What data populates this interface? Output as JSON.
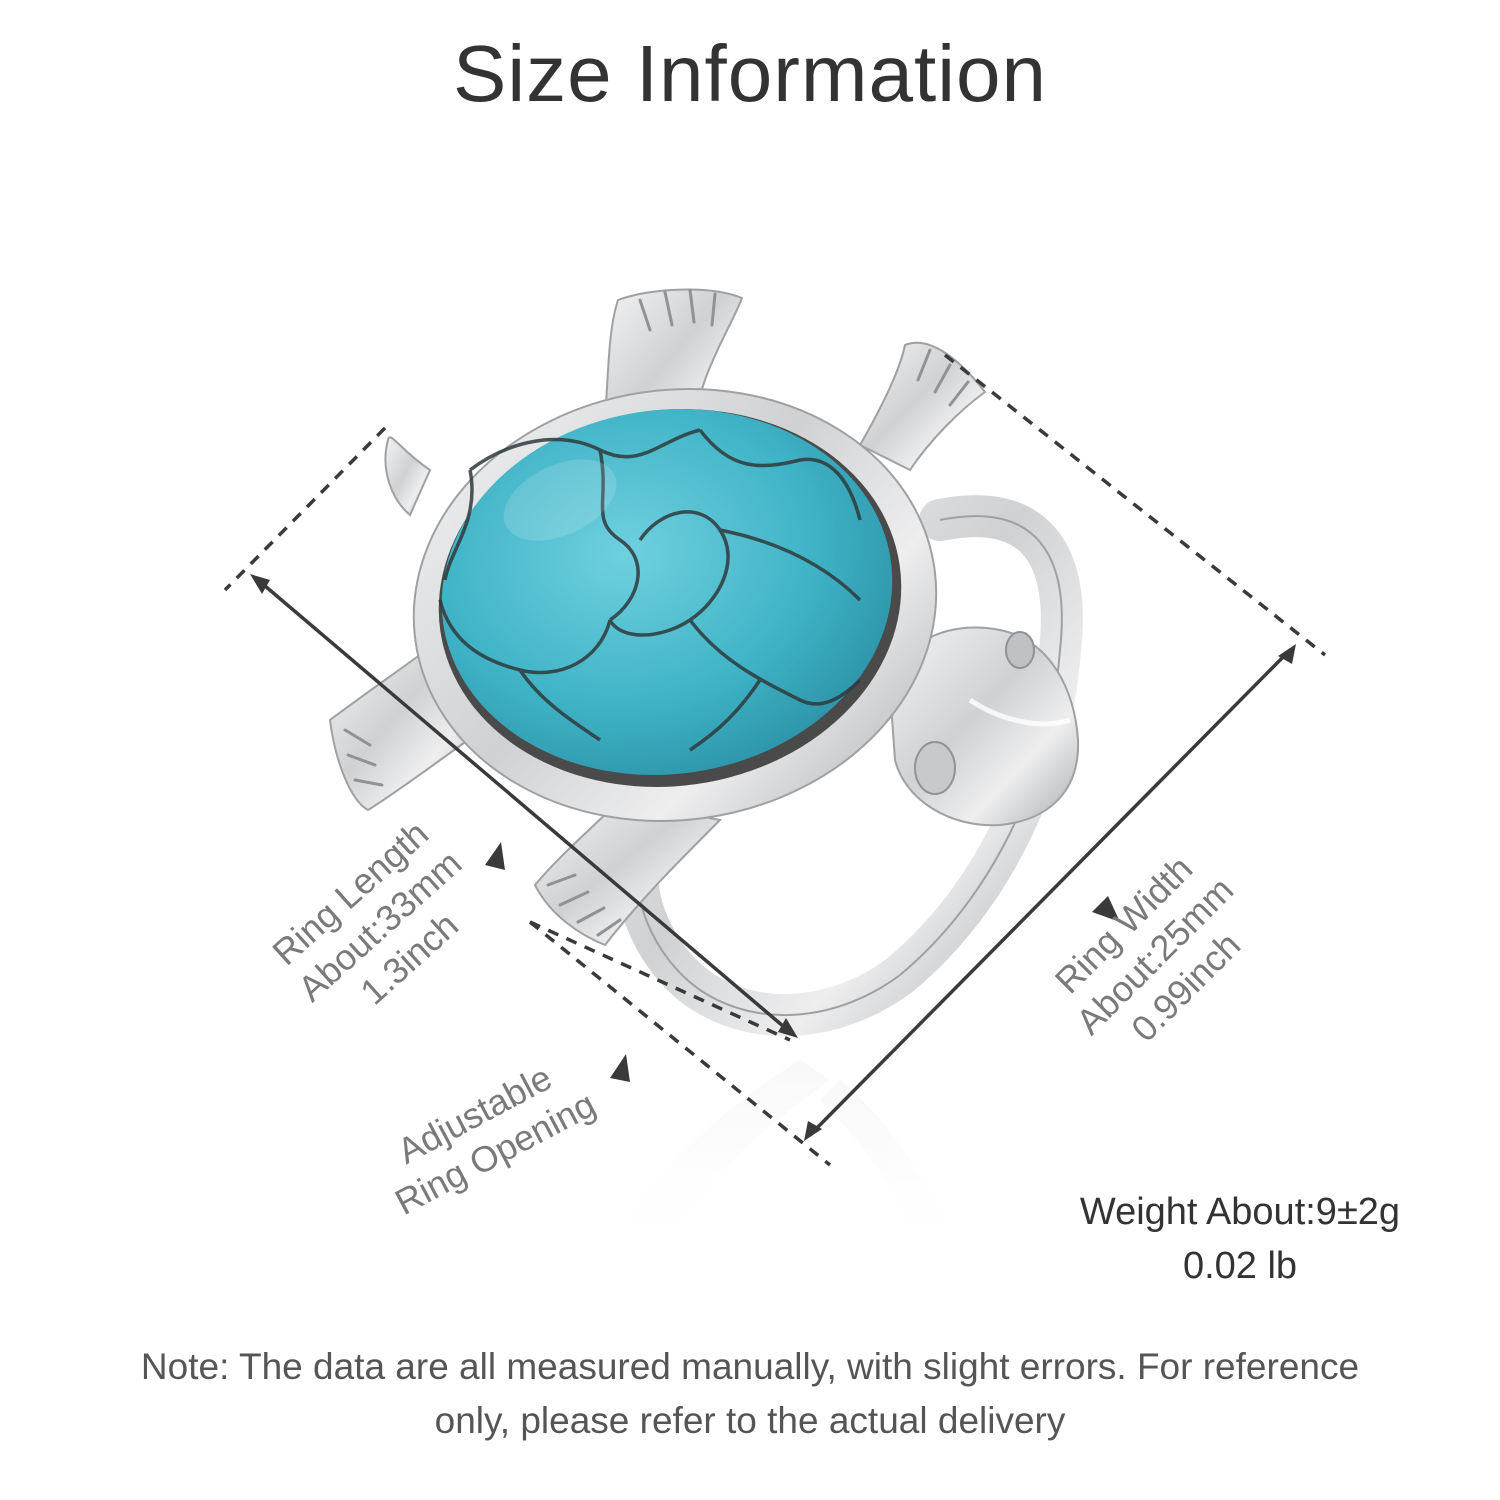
{
  "title": "Size Information",
  "dimensions": {
    "length": {
      "label": "Ring Length",
      "metric": "About:33mm",
      "imperial": "1.3inch"
    },
    "width": {
      "label": "Ring Width",
      "metric": "About:25mm",
      "imperial": "0.99inch"
    },
    "opening": {
      "line1": "Adjustable",
      "line2": "Ring Opening"
    }
  },
  "weight": {
    "line1": "Weight About:9±2g",
    "line2": "0.02 lb"
  },
  "note": {
    "line1": "Note: The data are all measured manually, with slight errors. For reference",
    "line2": "only, please refer to the actual delivery"
  },
  "colors": {
    "turquoise": "#3fb3c6",
    "silver": "#d9dadb",
    "line": "#3a3a3a",
    "label": "#7a7a7a"
  }
}
